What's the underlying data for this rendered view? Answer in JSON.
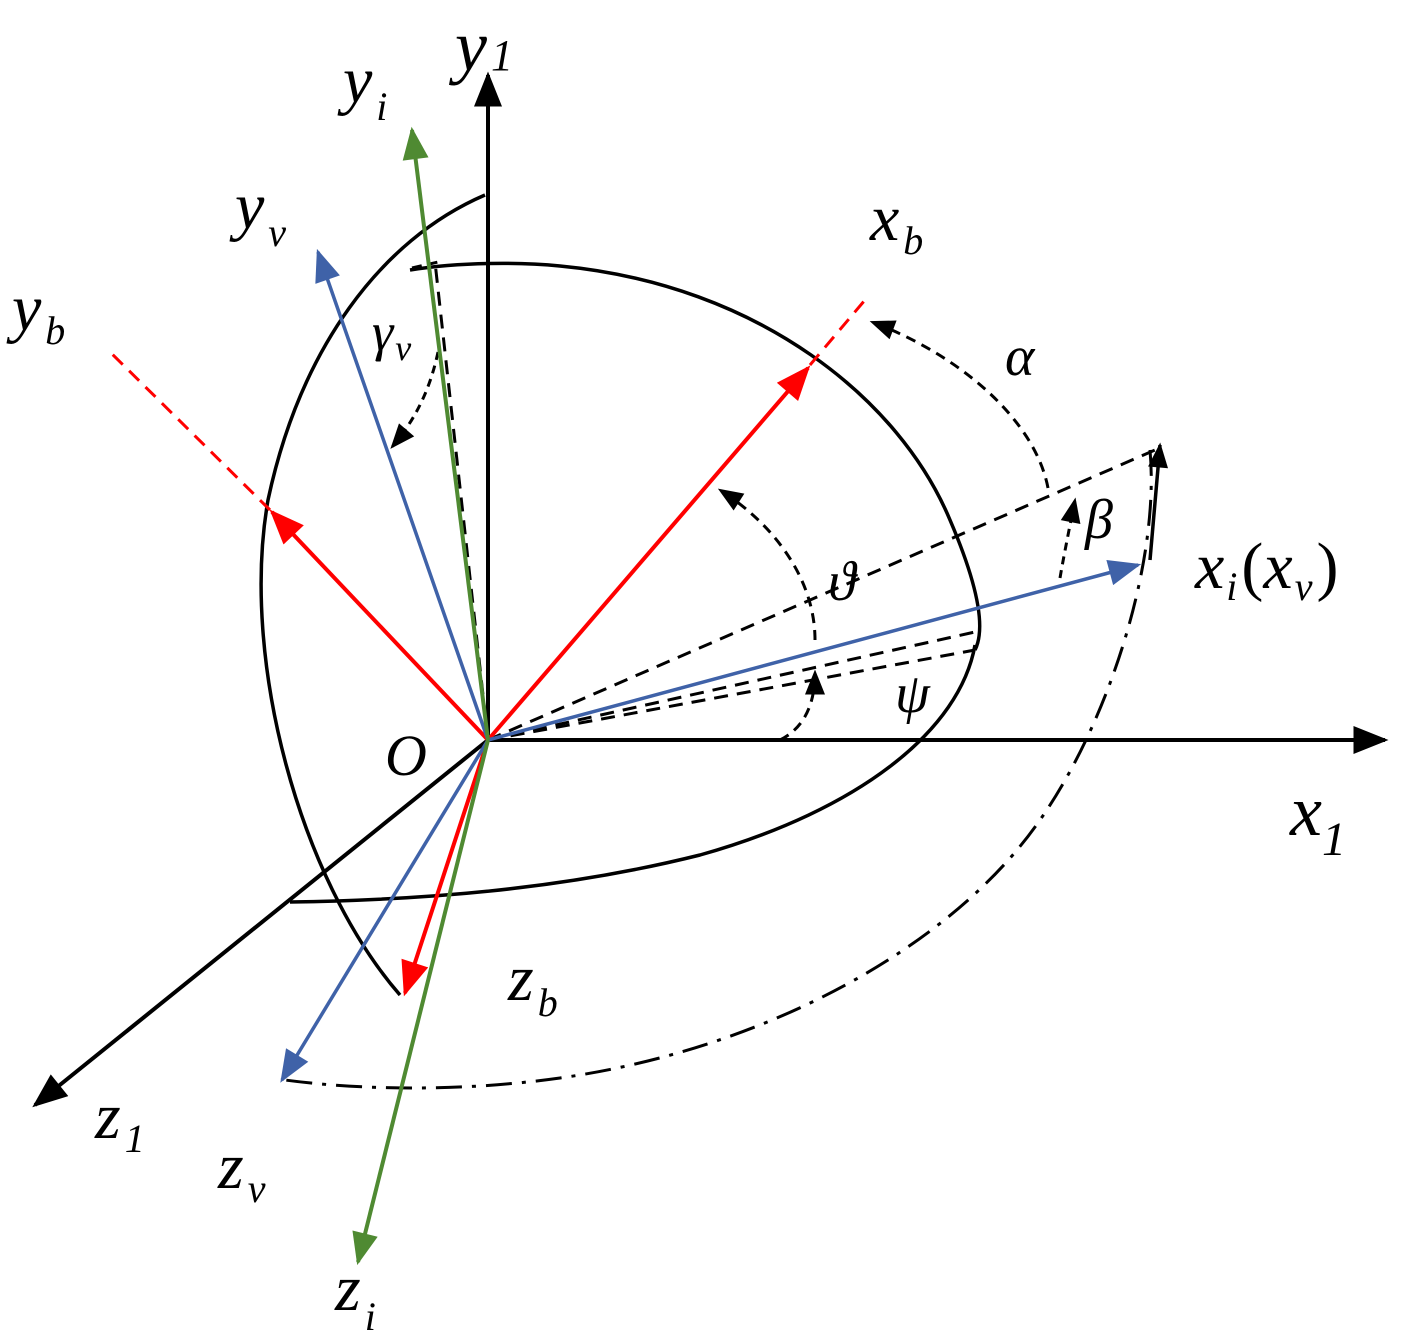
{
  "colors": {
    "black": "#000000",
    "red": "#ff0000",
    "blue": "#3f62a8",
    "green": "#4f8a32"
  },
  "labels": {
    "y1": {
      "main": "y",
      "sub": "1"
    },
    "yi": {
      "main": "y",
      "sub": "i"
    },
    "yv": {
      "main": "y",
      "sub": "v"
    },
    "yb": {
      "main": "y",
      "sub": "b"
    },
    "xb": {
      "main": "x",
      "sub": "b"
    },
    "xi": {
      "main": "x",
      "sub": "i",
      "paren_main": "x",
      "paren_sub": "v",
      "open": "(",
      "close": ")"
    },
    "x1": {
      "main": "x",
      "sub": "1"
    },
    "z1": {
      "main": "z",
      "sub": "1"
    },
    "zv": {
      "main": "z",
      "sub": "v"
    },
    "zi": {
      "main": "z",
      "sub": "i"
    },
    "zb": {
      "main": "z",
      "sub": "b"
    },
    "origin": "O",
    "alpha": "α",
    "beta": "β",
    "theta": "ϑ",
    "psi": "ψ",
    "gammav": {
      "main": "γ",
      "sub": "v"
    }
  }
}
